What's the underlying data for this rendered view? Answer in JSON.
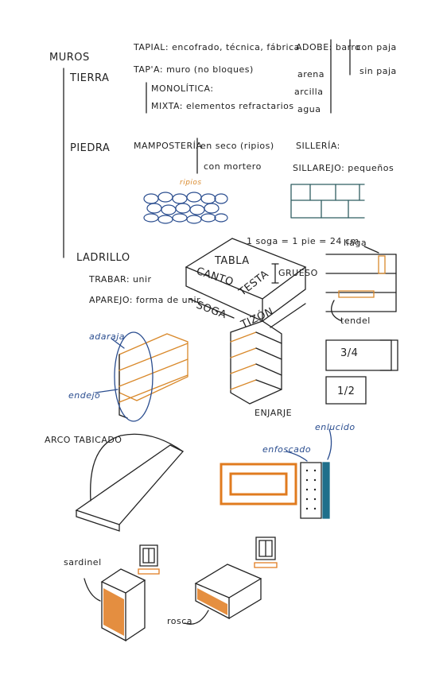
{
  "muros": "MUROS",
  "tierra": {
    "label": "TIERRA",
    "tapial": "TAPIAL: encofrado, técnica, fábrica",
    "tapia": "TAP'A: muro (no bloques)",
    "monolitica": "MONOLÍTICA:",
    "mixta": "MIXTA: elementos refractarios",
    "adobe": "ADOBE: barro",
    "con_paja": "con paja",
    "sin_paja": "sin paja",
    "arena": "arena",
    "arcilla": "arcilla",
    "agua": "agua"
  },
  "piedra": {
    "label": "PIEDRA",
    "mamposteria": "MAMPOSTERÍA",
    "en_seco": "en seco (ripios)",
    "con_mortero": "con mortero",
    "ripios": "ripios",
    "silleria": "SILLERÍA:",
    "sillarejo": "SILLAREJO: pequeños"
  },
  "ladrillo": {
    "label": "LADRILLO",
    "trabar": "TRABAR: unir",
    "aparejo": "APAREJO: forma de unir",
    "formula": "1 soga = 1 pie = 24 cm",
    "tabla": "TABLA",
    "canto": "CANTO",
    "testa": "TESTA",
    "grueso": "GRUESO",
    "soga": "SOGA",
    "tizon": "TIZÓN",
    "llaga": "llaga",
    "tendel": "tendel",
    "adaraja": "adaraja",
    "endejo": "endejo",
    "enjarje": "ENJARJE",
    "tres_cuartos": "3/4",
    "medio": "1/2"
  },
  "arco": {
    "label": "ARCO TABICADO",
    "enlucido": "enlucido",
    "enfoscado": "enfoscado",
    "sardinel": "sardinel",
    "rosca": "rosca"
  },
  "colors": {
    "ink": "#222222",
    "blue": "#2a4d8f",
    "orange": "#e07b1f",
    "teal": "#1f6f8b",
    "grey": "#2f5d62"
  }
}
